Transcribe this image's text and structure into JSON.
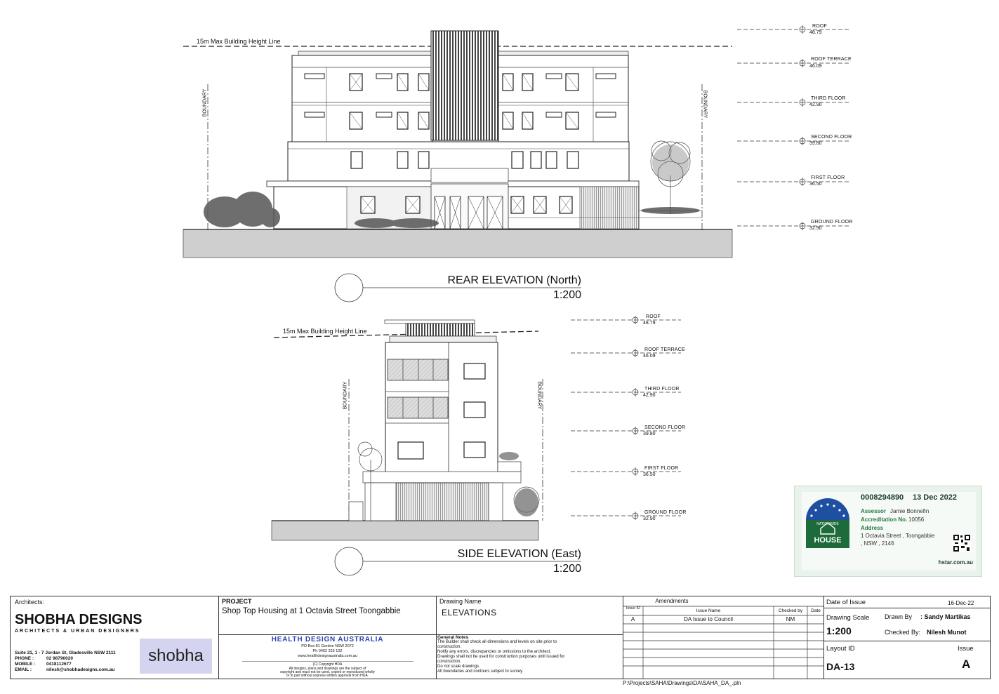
{
  "rear_elevation": {
    "height_line_label": "15m Max Building Height Line",
    "boundary_label": "BOUNDARY",
    "title": "REAR ELEVATION (North)",
    "scale": "1:200",
    "levels": [
      {
        "name": "ROOF",
        "value": "48.79"
      },
      {
        "name": "ROOF TERRACE",
        "value": "46.09"
      },
      {
        "name": "THIRD FLOOR",
        "value": "42.90"
      },
      {
        "name": "SECOND FLOOR",
        "value": "39.80"
      },
      {
        "name": "FIRST FLOOR",
        "value": "36.50"
      },
      {
        "name": "GROUND FLOOR",
        "value": "32.90"
      }
    ]
  },
  "side_elevation": {
    "height_line_label": "15m Max Building Height Line",
    "boundary_label": "BOUNDARY",
    "title": "SIDE ELEVATION (East)",
    "scale": "1:200",
    "levels": [
      {
        "name": "ROOF",
        "value": "48.79"
      },
      {
        "name": "ROOF TERRACE",
        "value": "46.09"
      },
      {
        "name": "THIRD FLOOR",
        "value": "42.90"
      },
      {
        "name": "SECOND FLOOR",
        "value": "39.80"
      },
      {
        "name": "FIRST FLOOR",
        "value": "36.50"
      },
      {
        "name": "GROUND FLOOR",
        "value": "32.90"
      }
    ]
  },
  "certificate": {
    "number": "0008294890",
    "date": "13 Dec 2022",
    "assessor_label": "Assessor",
    "assessor": "Jamie Bonnefin",
    "accreditation_label": "Accreditation No.",
    "accreditation": "10056",
    "address_label": "Address",
    "address_line1": "1 Octavia Street , Toongabbie",
    "address_line2": ", NSW , 2146",
    "logo_line1": "NATIONWIDE",
    "logo_line2": "HOUSE",
    "website": "hstar.com.au"
  },
  "title_block": {
    "architects_label": "Architects:",
    "firm_name": "SHOBHA DESIGNS",
    "firm_tagline": "ARCHITECTS & URBAN DESIGNERS",
    "address": "Suite 21, 1 - 7 Jordan St, Gladesville NSW 2111",
    "phone_label": "PHONE   :",
    "phone": "02 98790020",
    "mobile_label": "MOBILE  :",
    "mobile": "0418112677",
    "email_label": "EMAIL    :",
    "email": "nilesh@shobhadesigns.com.au",
    "logo_text": "shobha",
    "project_label": "PROJECT",
    "project_name": "Shop Top Housing at 1 Octavia Street Toongabbie",
    "consultant_name": "HEALTH DESIGN AUSTRALIA",
    "consultant_line1": "PO Box 81 Gordon NSW 2072",
    "consultant_line2": "Ph 0402 223 102",
    "consultant_line3": "www.healthdesignaustralia.com.au",
    "copyright_line1": "(C) Copyright HDA",
    "copyright_line2": "All designs, plans and drawings are the subject of",
    "copyright_line3": "copyright and must not be used, copied or reproduced wholly",
    "copyright_line4": "or in part without express written approval from HDA.",
    "drawing_name_label": "Drawing Name",
    "drawing_name": "ELEVATIONS",
    "general_notes_label": "General Notes",
    "general_notes": [
      "The Builder shall check all dimensions and levels on site prior to",
      "construction.",
      "Notify any errors, discrepancies or omissions to the architect.",
      "Drawings shall not be used for construction purposes until issued for",
      "construction.",
      "Do not scale drawings.",
      "All boundaries and contours subject to survey"
    ],
    "amendments_label": "Amendments",
    "amend_headers": {
      "id": "Issue ID",
      "name": "Issue Name",
      "checked": "Checked by",
      "date": "Date"
    },
    "amendments": [
      {
        "id": "A",
        "name": "DA Issue to Council",
        "checked": "NM",
        "date": ""
      }
    ],
    "date_of_issue_label": "Date of Issue",
    "date_of_issue": "16-Dec-22",
    "drawing_scale_label": "Drawing Scale",
    "drawing_scale": "1:200",
    "drawn_by_label": "Drawn By",
    "drawn_by": ":  Sandy Martikas",
    "checked_by_label": "Checked By:",
    "checked_by": "Nilesh Munot",
    "layout_id_label": "Layout ID",
    "layout_id": "DA-13",
    "issue_label": "Issue",
    "issue": "A",
    "file_path": "P:\\Projects\\SAHA\\Drawings\\DA\\SAHA_DA_.pln"
  }
}
